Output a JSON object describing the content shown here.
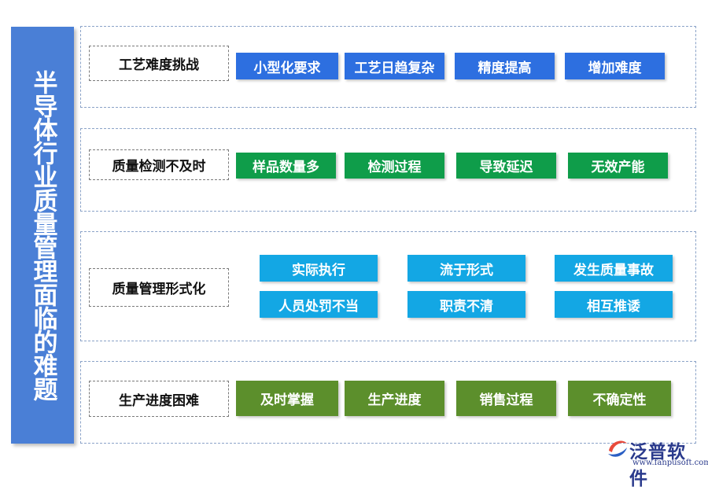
{
  "title": "半导体行业质量管理面临的难题",
  "sections": [
    {
      "label": "工艺难度挑战",
      "color": "#2d6fe0",
      "tags": [
        "小型化要求",
        "工艺日趋复杂",
        "精度提高",
        "增加难度"
      ]
    },
    {
      "label": "质量检测不及时",
      "color": "#0f9d4a",
      "tags": [
        "样品数量多",
        "检测过程",
        "导致延迟",
        "无效产能"
      ]
    },
    {
      "label": "质量管理形式化",
      "color": "#13a7e4",
      "tags": [
        "实际执行",
        "流于形式",
        "发生质量事故",
        "人员处罚不当",
        "职责不清",
        "相互推诿"
      ]
    },
    {
      "label": "生产进度困难",
      "color": "#5c8f2c",
      "tags": [
        "及时掌握",
        "生产进度",
        "销售过程",
        "不确定性"
      ]
    }
  ],
  "logo": {
    "name": "泛普软件",
    "url": "www.fanpusoft.com",
    "icon": "fanpu-logo-icon"
  }
}
